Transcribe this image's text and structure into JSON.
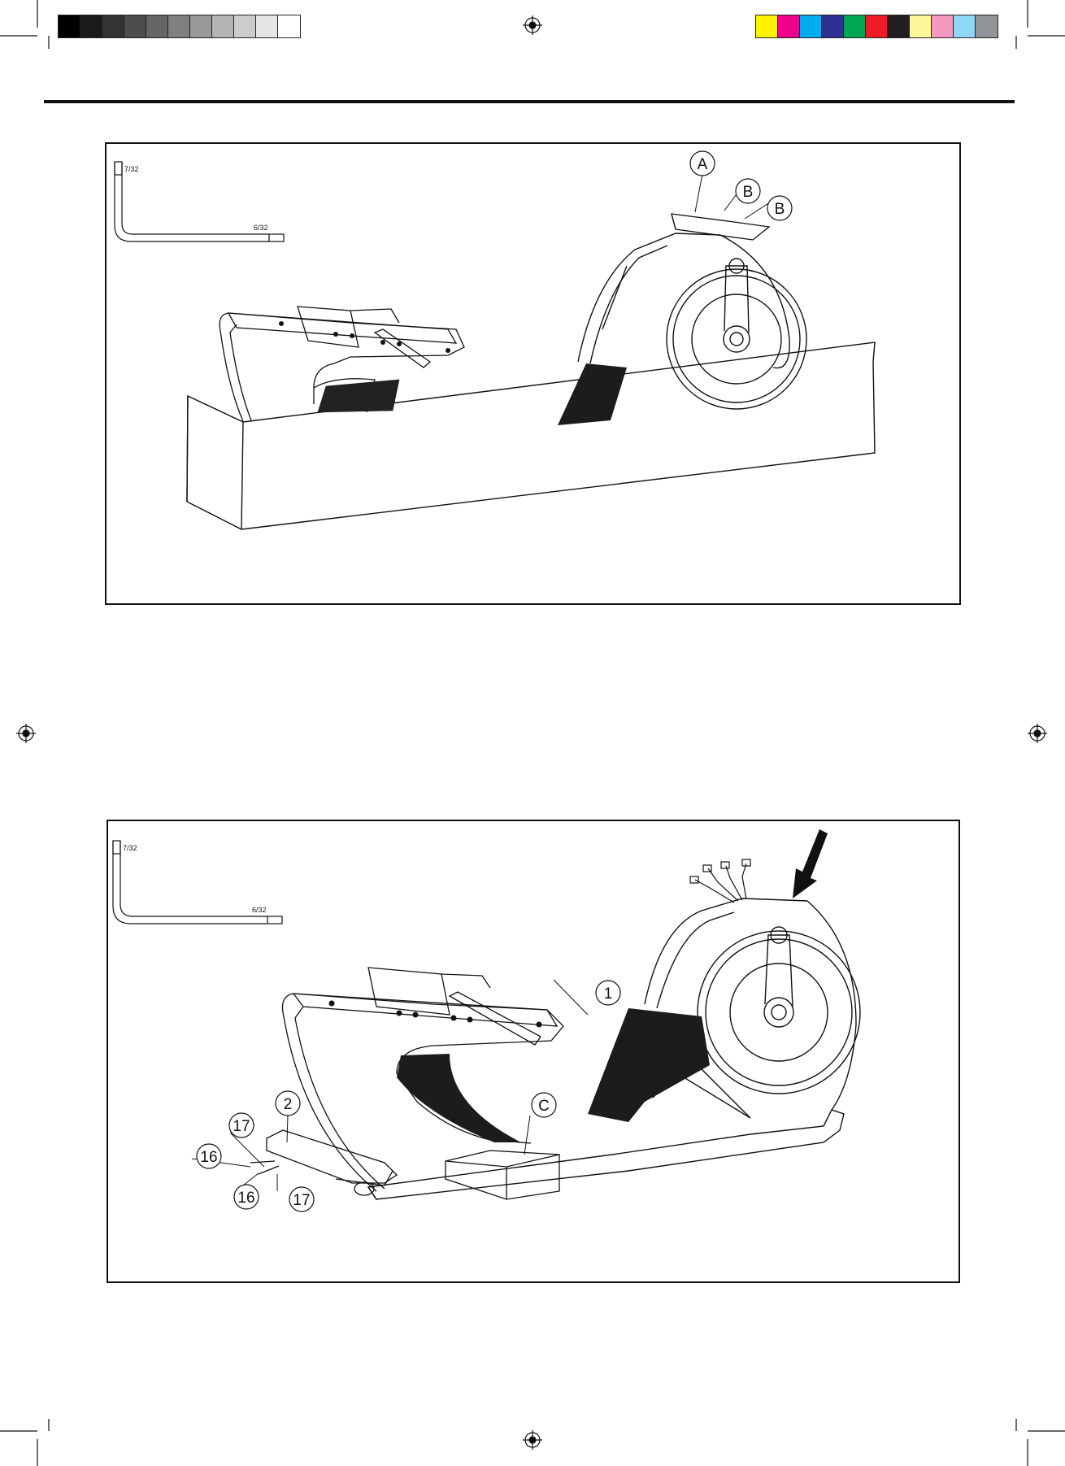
{
  "color_bars": {
    "grayscale": [
      "#000000",
      "#1a1a1a",
      "#333333",
      "#4d4d4d",
      "#666666",
      "#808080",
      "#999999",
      "#b3b3b3",
      "#cccccc",
      "#e6e6e6",
      "#ffffff"
    ],
    "process": [
      "#fff200",
      "#ec008c",
      "#00aeef",
      "#2e3192",
      "#00a651",
      "#ed1c24",
      "#231f20",
      "#fff799",
      "#f49ac1",
      "#8fd8f8",
      "#939598"
    ]
  },
  "figure_top": {
    "wrench_sizes": [
      "7/32",
      "6/32"
    ],
    "callouts": [
      "A",
      "B",
      "B"
    ]
  },
  "figure_bottom": {
    "wrench_sizes": [
      "7/32",
      "6/32"
    ],
    "callouts": [
      "1",
      "2",
      "17",
      "16",
      "16",
      "17",
      "C"
    ]
  }
}
